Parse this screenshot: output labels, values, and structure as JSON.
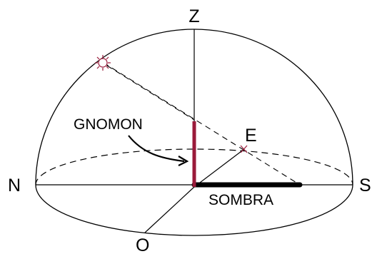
{
  "labels": {
    "zenith": "Z",
    "north": "N",
    "south": "S",
    "east": "E",
    "west": "O",
    "gnomon": "GNOMON",
    "shadow": "SOMBRA"
  },
  "colors": {
    "gnomon": "#9a1a3a",
    "shadow": "#000000",
    "lines": "#000000",
    "sun": "#9a1a3a"
  },
  "icons": {
    "sun": "sun-icon"
  }
}
